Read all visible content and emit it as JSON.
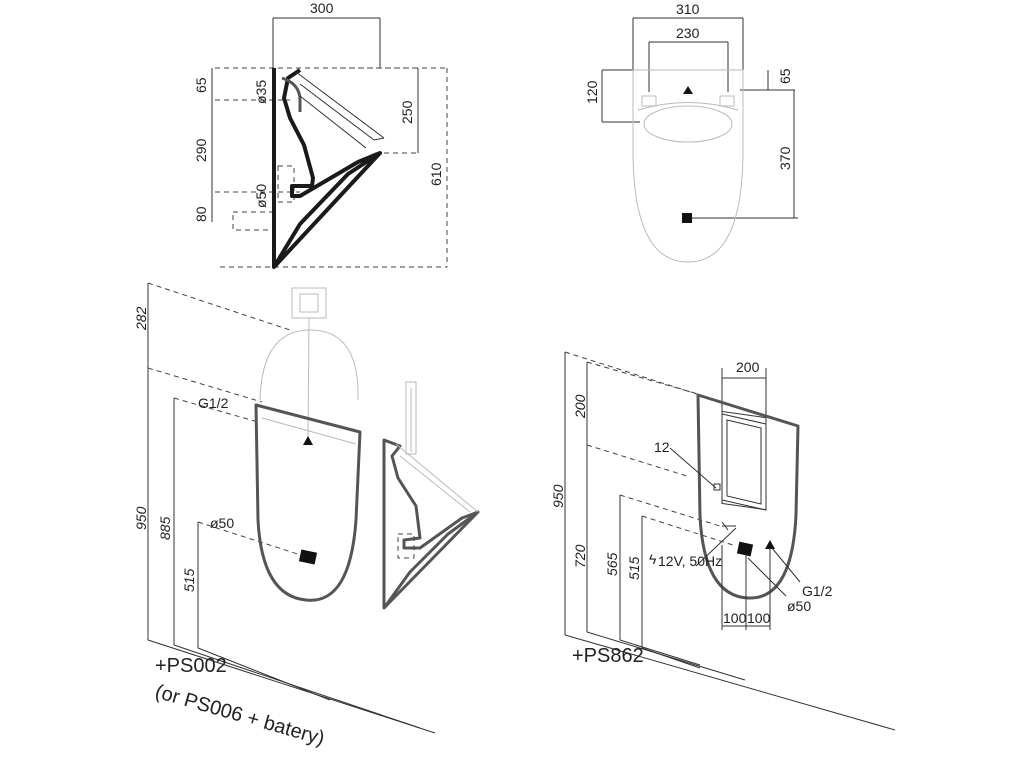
{
  "side_view": {
    "width_300": "300",
    "d35": "ø35",
    "d50": "ø50",
    "h65": "65",
    "h290": "290",
    "h80": "80",
    "h250": "250",
    "h610": "610"
  },
  "front_view": {
    "w310": "310",
    "w230": "230",
    "h120": "120",
    "h65": "65",
    "h370": "370"
  },
  "iso_left": {
    "h282": "282",
    "h950": "950",
    "h885": "885",
    "h515": "515",
    "g12": "G1/2",
    "d50": "ø50",
    "caption_line1": "+PS002",
    "caption_line2": "(or PS006 + batery)"
  },
  "iso_right": {
    "w200": "200",
    "h200": "200",
    "h950": "950",
    "h720": "720",
    "h565": "565",
    "h515": "515",
    "n12": "12",
    "power": "12V, 50Hz",
    "g12": "G1/2",
    "d50": "ø50",
    "w100a": "100",
    "w100b": "100",
    "caption": "+PS862"
  }
}
